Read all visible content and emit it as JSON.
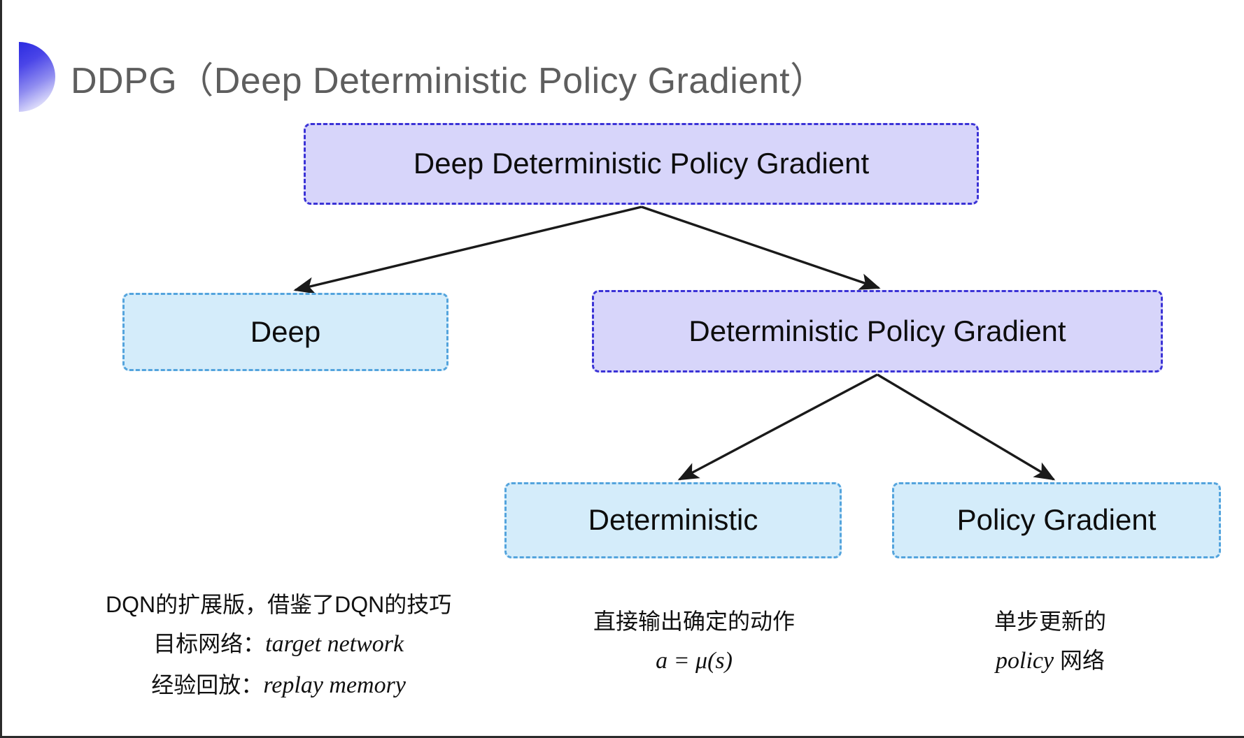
{
  "slide": {
    "title": "DDPG（Deep Deterministic Policy Gradient）",
    "bullet_icon": "half-circle-gradient-bullet",
    "colors": {
      "title_text": "#5e5e5e",
      "purple_fill": "#d7d5fa",
      "purple_border": "#3b33d6",
      "cyan_fill": "#d4ecfa",
      "cyan_border": "#54a4dd",
      "arrow": "#1a1a1a",
      "body_text": "#111111"
    }
  },
  "diagram": {
    "nodes": {
      "root": {
        "label": "Deep Deterministic Policy Gradient",
        "style": "purple"
      },
      "deep": {
        "label": "Deep",
        "style": "cyan"
      },
      "dpg": {
        "label": "Deterministic Policy Gradient",
        "style": "purple"
      },
      "deterministic": {
        "label": "Deterministic",
        "style": "cyan"
      },
      "policy_gradient": {
        "label": "Policy Gradient",
        "style": "cyan"
      }
    },
    "edges": [
      {
        "from": "root",
        "to": "deep"
      },
      {
        "from": "root",
        "to": "dpg"
      },
      {
        "from": "dpg",
        "to": "deterministic"
      },
      {
        "from": "dpg",
        "to": "policy_gradient"
      }
    ]
  },
  "captions": {
    "left": {
      "line1": "DQN的扩展版，借鉴了DQN的技巧",
      "line2_label": "目标网络：",
      "line2_term": "target network",
      "line3_label": "经验回放：",
      "line3_term": "replay memory"
    },
    "middle": {
      "line1": "直接输出确定的动作",
      "line2": "a = μ(s)"
    },
    "right": {
      "line1": "单步更新的",
      "line2_term": "policy",
      "line2_suffix": " 网络"
    }
  }
}
